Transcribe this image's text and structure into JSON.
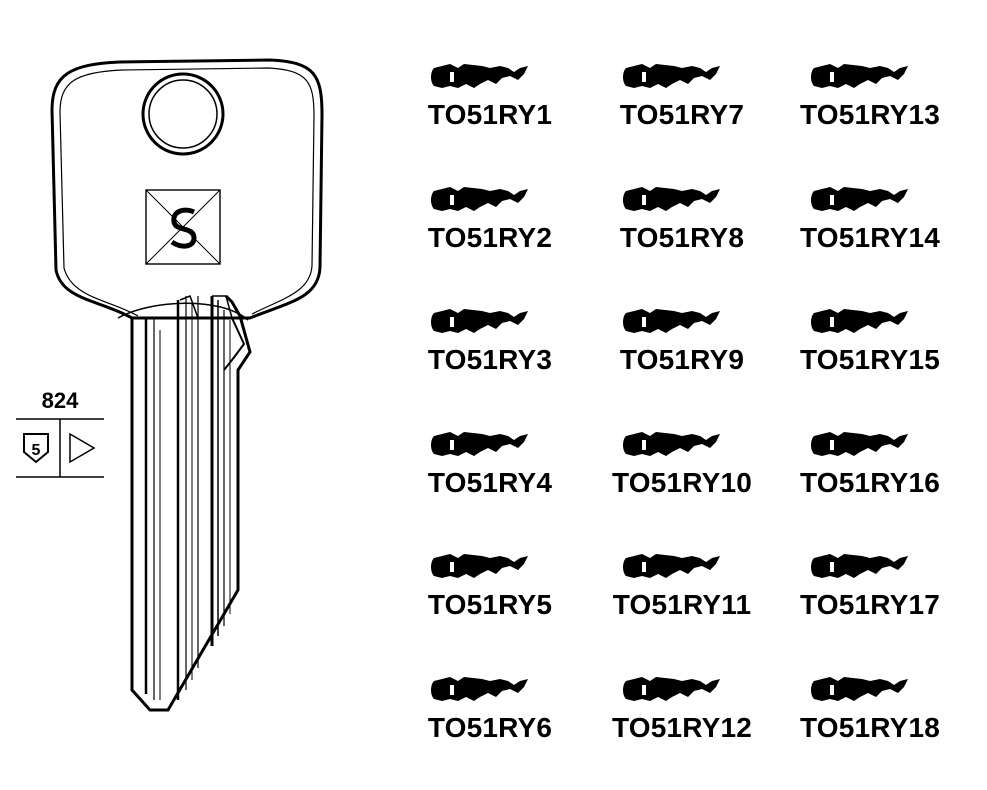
{
  "key_blank": {
    "spec_number": "824",
    "badge_number": "5",
    "logo_icon": "silca-logo-icon"
  },
  "profiles": [
    {
      "label": "TO51RY1"
    },
    {
      "label": "TO51RY7"
    },
    {
      "label": "TO51RY13"
    },
    {
      "label": "TO51RY2"
    },
    {
      "label": "TO51RY8"
    },
    {
      "label": "TO51RY14"
    },
    {
      "label": "TO51RY3"
    },
    {
      "label": "TO51RY9"
    },
    {
      "label": "TO51RY15"
    },
    {
      "label": "TO51RY4"
    },
    {
      "label": "TO51RY10"
    },
    {
      "label": "TO51RY16"
    },
    {
      "label": "TO51RY5"
    },
    {
      "label": "TO51RY11"
    },
    {
      "label": "TO51RY17"
    },
    {
      "label": "TO51RY6"
    },
    {
      "label": "TO51RY12"
    },
    {
      "label": "TO51RY18"
    }
  ]
}
